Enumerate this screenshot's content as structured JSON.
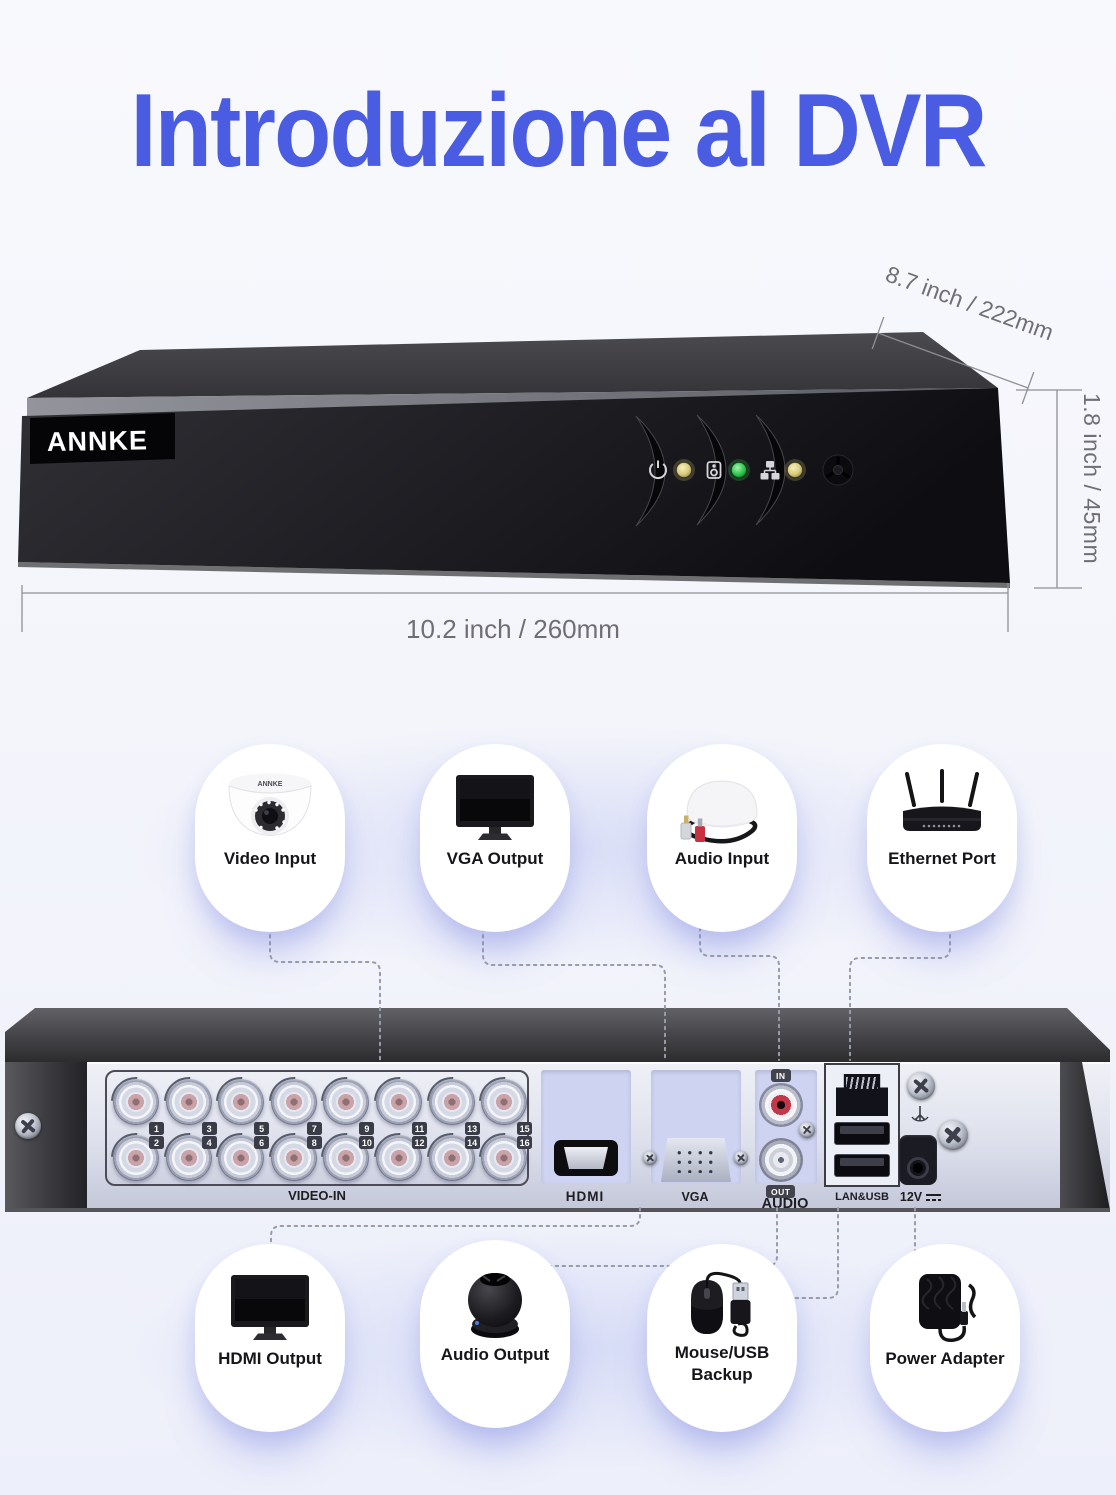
{
  "page": {
    "title": "Introduzione al DVR",
    "accent_color": "#4a5ce2",
    "background_color": "#f4f5fb"
  },
  "front_view": {
    "brand": "ANNKE",
    "dimensions": {
      "depth": "8.7 inch / 222mm",
      "height": "1.8 inch / 45mm",
      "width": "10.2 inch / 260mm"
    },
    "indicators": [
      {
        "name": "power",
        "icon": "power-icon",
        "led_color": "#e6d98e"
      },
      {
        "name": "hdd",
        "icon": "hdd-icon",
        "led_color": "#3ecb55"
      },
      {
        "name": "network",
        "icon": "network-icon",
        "led_color": "#e6d98e"
      }
    ]
  },
  "callouts_top": [
    {
      "label": "Video Input",
      "icon": "dome-camera-icon",
      "camera_brand": "ANNKE"
    },
    {
      "label": "VGA Output",
      "icon": "monitor-icon"
    },
    {
      "label": "Audio Input",
      "icon": "microphone-icon"
    },
    {
      "label": "Ethernet Port",
      "icon": "router-icon"
    }
  ],
  "callouts_bottom": [
    {
      "label": "HDMI Output",
      "icon": "monitor-icon"
    },
    {
      "label": "Audio Output",
      "icon": "speaker-icon"
    },
    {
      "label": "Mouse/USB Backup",
      "icon": "mouse-icon"
    },
    {
      "label": "Power Adapter",
      "icon": "power-adapter-icon"
    }
  ],
  "rear_panel": {
    "video_in": {
      "label": "VIDEO-IN",
      "ports": [
        "1",
        "2",
        "3",
        "4",
        "5",
        "6",
        "7",
        "8",
        "9",
        "10",
        "11",
        "12",
        "13",
        "14",
        "15",
        "16"
      ]
    },
    "hdmi": {
      "label": "HDMI"
    },
    "vga": {
      "label": "VGA"
    },
    "audio": {
      "label": "AUDIO",
      "in_label": "IN",
      "out_label": "OUT"
    },
    "lan_usb": {
      "label": "LAN&USB"
    },
    "power": {
      "label": "12V"
    }
  }
}
